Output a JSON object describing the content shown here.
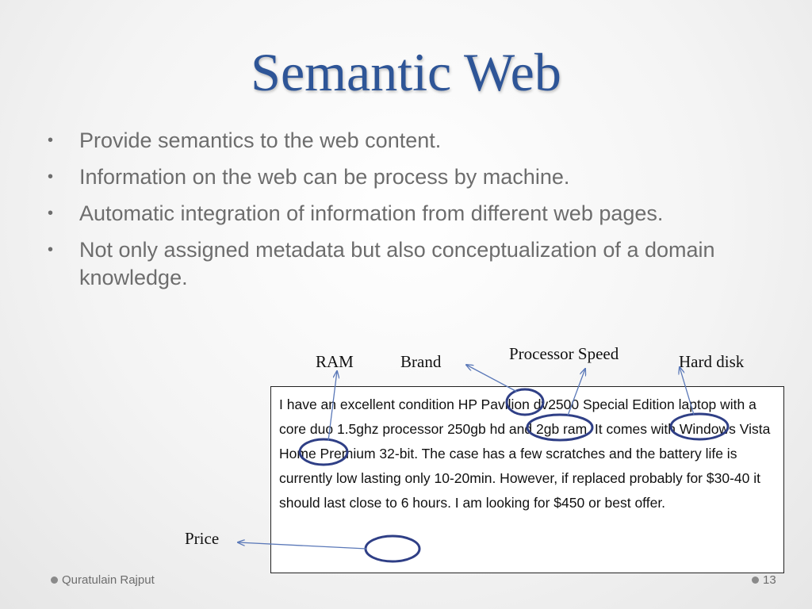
{
  "slide": {
    "title": "Semantic Web",
    "bullets": [
      "Provide semantics to the web content.",
      "Information on the web can be process by machine.",
      "Automatic integration of information from different web pages.",
      "Not only assigned metadata but also conceptualization of a domain knowledge."
    ],
    "bullet_symbol": "•"
  },
  "annotations": {
    "ram": "RAM",
    "brand": "Brand",
    "processor_speed": "Processor Speed",
    "hard_disk": "Hard disk",
    "price": "Price"
  },
  "description": "I have an excellent condition HP Pavilion dv2500 Special Edition laptop with a core duo 1.5ghz processor 250gb hd and 2gb ram. It comes with Windows Vista Home Premium 32-bit. The case has a few scratches and the battery life is currently low lasting only 10-20min. However, if replaced probably for $30-40 it should last close to 6 hours. I am looking for $450 or best offer.",
  "footer": {
    "author": "Quratulain Rajput",
    "page_number": "13"
  },
  "colors": {
    "title": "#2e5597",
    "bullet_text": "#6d6d6d",
    "highlight_circle": "#2f3f86",
    "arrow": "#5a78b8"
  }
}
